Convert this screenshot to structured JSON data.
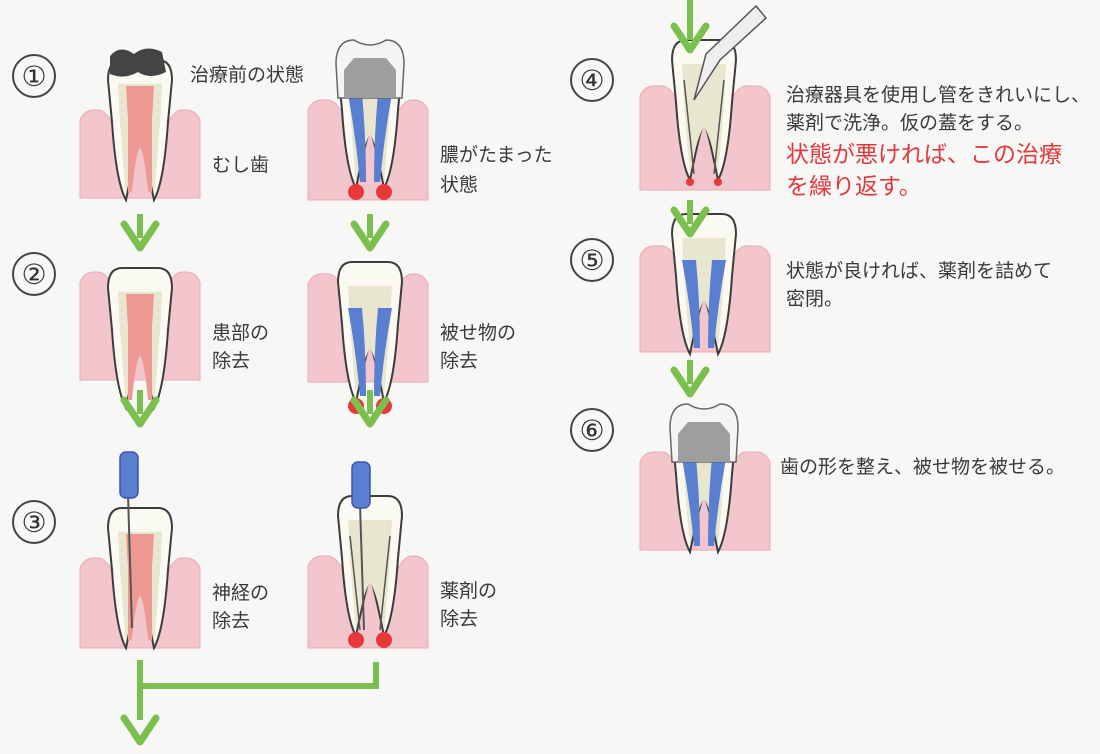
{
  "steps": {
    "s1": "①",
    "s2": "②",
    "s3": "③",
    "s4": "④",
    "s5": "⑤",
    "s6": "⑥"
  },
  "labels": {
    "before": "治療前の状態",
    "caries": "むし歯",
    "pus_line1": "膿がたまった",
    "pus_line2": "状態",
    "remove_line1": "患部の",
    "remove_line2": "除去",
    "crown_line1": "被せ物の",
    "crown_line2": "除去",
    "nerve_line1": "神経の",
    "nerve_line2": "除去",
    "drug_line1": "薬剤の",
    "drug_line2": "除去",
    "step4_line1": "治療器具を使用し管をきれいにし、",
    "step4_line2": "薬剤で洗浄。仮の蓋をする。",
    "step4_red1": "状態が悪ければ、この治療",
    "step4_red2": "を繰り返す。",
    "step5_line1": "状態が良ければ、薬剤を詰めて",
    "step5_line2": "密閉。",
    "step6": "歯の形を整え、被せ物を被せる。"
  },
  "colors": {
    "gum": "#f2c6cc",
    "gum_edge": "#e9aab3",
    "tooth": "#fbfaf2",
    "dentin": "#e9e6cf",
    "pulp": "#ee9a94",
    "canal_blue": "#5b7fd0",
    "crown_gray": "#9e9e9e",
    "caries": "#444444",
    "pus": "#e63a3a",
    "arrow_green": "#7bbf4f",
    "accent_red": "#e03a3e"
  }
}
